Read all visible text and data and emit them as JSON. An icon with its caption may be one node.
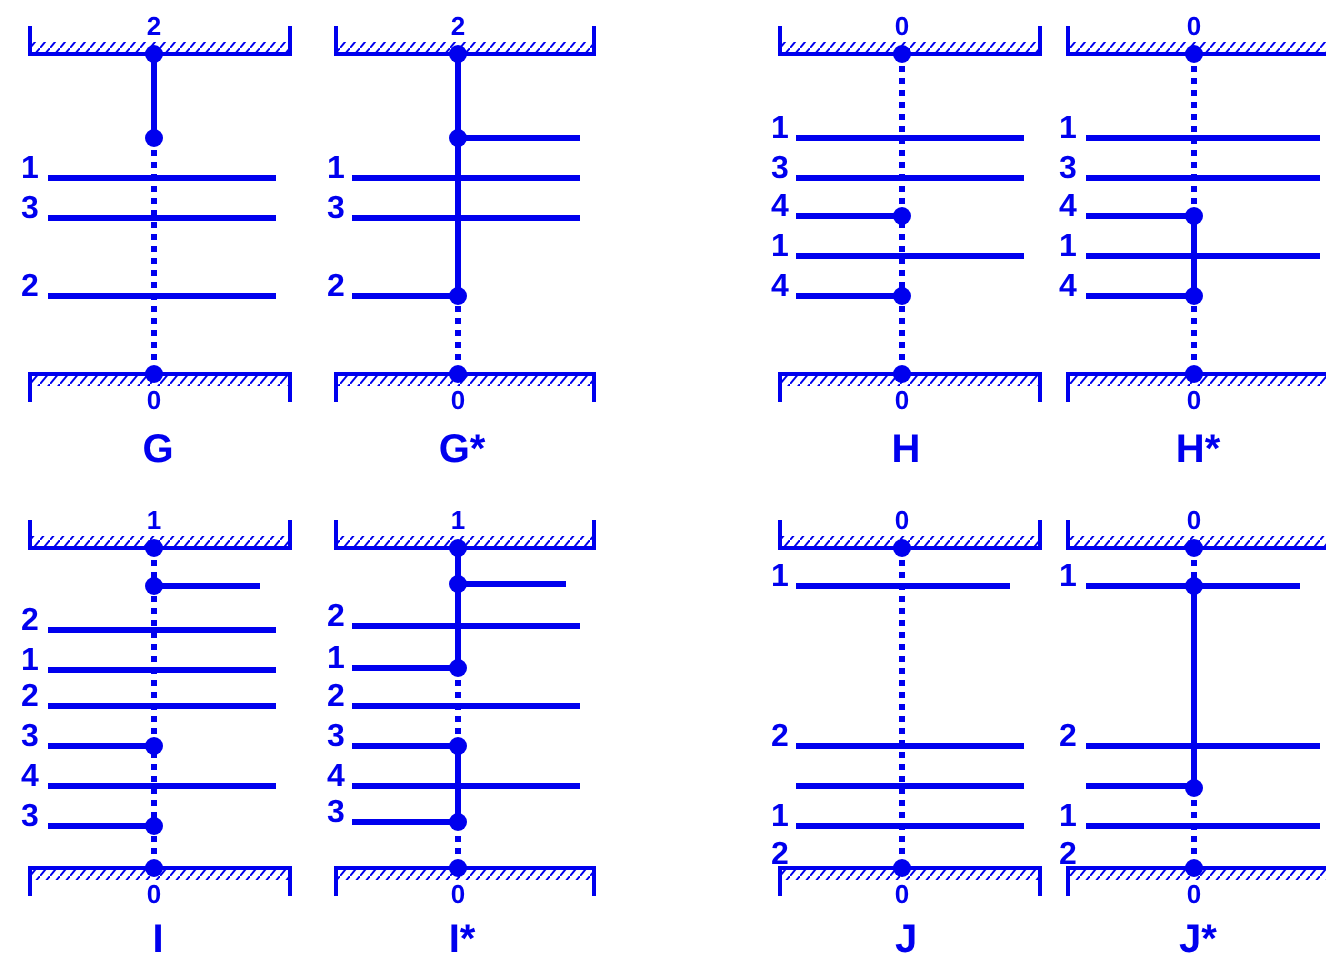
{
  "diagram": {
    "labels": [
      "2",
      "1",
      "3",
      "2",
      "0",
      "G",
      "2",
      "1",
      "3",
      "2",
      "0",
      "G*",
      "0",
      "1",
      "3",
      "4",
      "1",
      "4",
      "0",
      "H",
      "0",
      "1",
      "3",
      "4",
      "1",
      "4",
      "0",
      "H*",
      "1",
      "2",
      "1",
      "2",
      "3",
      "4",
      "3",
      "0",
      "I",
      "1",
      "2",
      "1",
      "2",
      "3",
      "4",
      "3",
      "0",
      "I*",
      "0",
      "1",
      "2",
      "1",
      "2",
      "0",
      "J",
      "0",
      "1",
      "2",
      "1",
      "2",
      "0",
      "J*"
    ]
  }
}
